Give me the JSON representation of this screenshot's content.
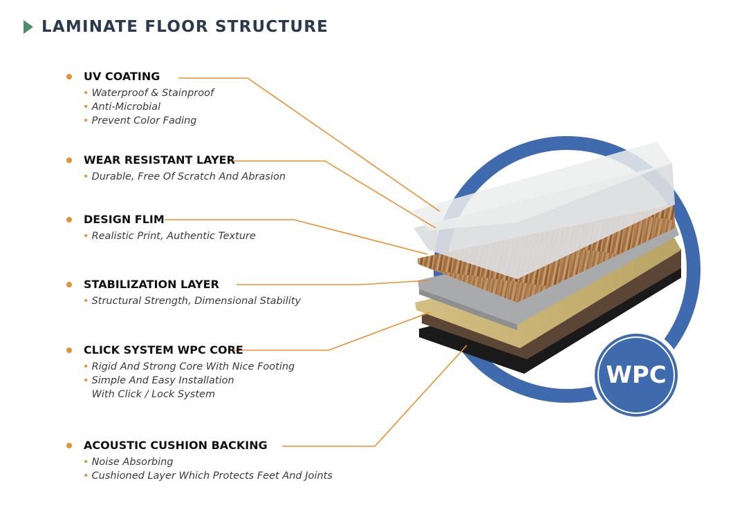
{
  "title": "LAMINATE FLOOR STRUCTURE",
  "badge": "WPC",
  "layers": [
    {
      "title": "UV COATING",
      "bullets": [
        "Waterproof & Stainproof",
        "Anti-Microbial",
        "Prevent Color Fading"
      ]
    },
    {
      "title": "WEAR RESISTANT LAYER",
      "bullets": [
        "Durable, Free Of Scratch And Abrasion"
      ]
    },
    {
      "title": "DESIGN FLIM",
      "bullets": [
        "Realistic Print, Authentic Texture"
      ]
    },
    {
      "title": "STABILIZATION LAYER",
      "bullets": [
        "Structural Strength, Dimensional Stability"
      ]
    },
    {
      "title": "CLICK SYSTEM WPC CORE",
      "bullets": [
        "Rigid And Strong Core With Nice Footing",
        "Simple And Easy Installation",
        "With Click / Lock System"
      ]
    },
    {
      "title": "ACOUSTIC CUSHION BACKING",
      "bullets": [
        "Noise Absorbing",
        "Cushioned Layer Which Protects Feet And Joints"
      ]
    }
  ],
  "colors": {
    "accent": "#e8902f",
    "title": "#2c3a4f",
    "ring": "#3f6aad",
    "arrow": "#4e8a6b"
  }
}
